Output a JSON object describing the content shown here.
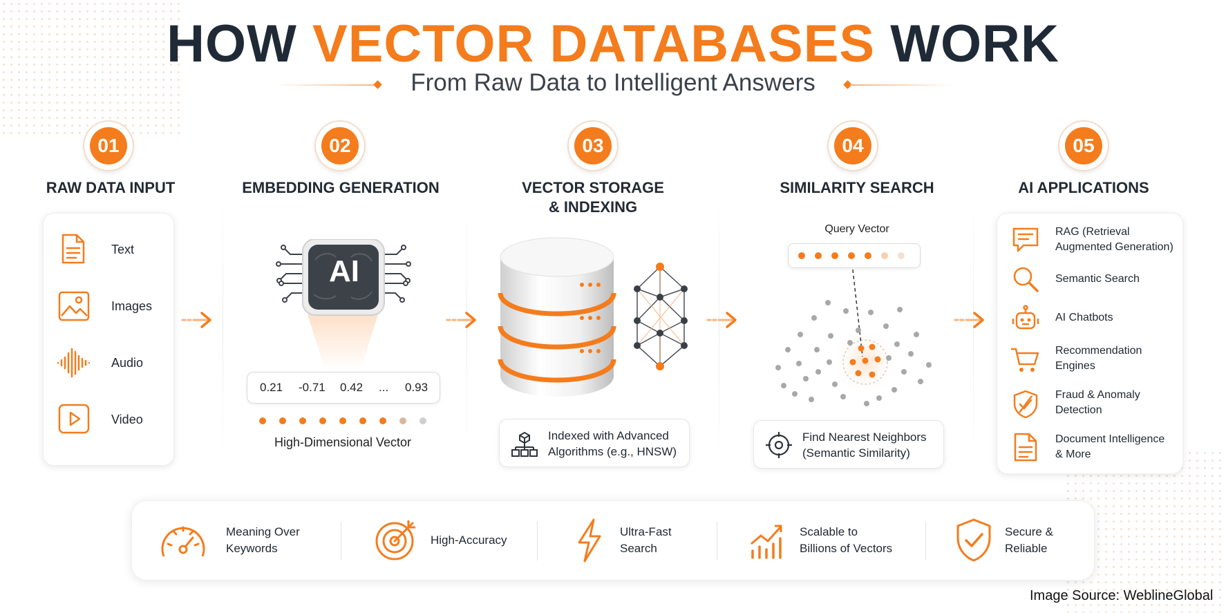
{
  "header": {
    "title_part1": "HOW ",
    "title_part2": "VECTOR DATABASES",
    "title_part3": " WORK",
    "subtitle": "From Raw Data to Intelligent Answers"
  },
  "steps": [
    {
      "number": "01",
      "title": "RAW DATA INPUT"
    },
    {
      "number": "02",
      "title": "EMBEDDING GENERATION"
    },
    {
      "number": "03",
      "title_line1": "VECTOR STORAGE",
      "title_line2": "& INDEXING"
    },
    {
      "number": "04",
      "title": "SIMILARITY SEARCH"
    },
    {
      "number": "05",
      "title": "AI APPLICATIONS"
    }
  ],
  "raw_inputs": [
    "Text",
    "Images",
    "Audio",
    "Video"
  ],
  "embedding": {
    "chip_label": "AI",
    "values": [
      "0.21",
      "-0.71",
      "0.42",
      "...",
      "0.93"
    ],
    "caption": "High-Dimensional Vector"
  },
  "storage": {
    "note_line1": "Indexed with Advanced",
    "note_line2": "Algorithms (e.g., HNSW)"
  },
  "search": {
    "query_label": "Query Vector",
    "note_line1": "Find Nearest Neighbors",
    "note_line2": "(Semantic Similarity)"
  },
  "applications": [
    {
      "line1": "RAG (Retrieval",
      "line2": "Augmented Generation)"
    },
    {
      "line1": "Semantic Search",
      "line2": ""
    },
    {
      "line1": "AI Chatbots",
      "line2": ""
    },
    {
      "line1": "Recommendation",
      "line2": "Engines"
    },
    {
      "line1": "Fraud & Anomaly",
      "line2": "Detection"
    },
    {
      "line1": "Document Intelligence",
      "line2": "& More"
    }
  ],
  "features": [
    {
      "line1": "Meaning Over",
      "line2": "Keywords"
    },
    {
      "line1": "High-Accuracy",
      "line2": ""
    },
    {
      "line1": "Ultra-Fast",
      "line2": "Search"
    },
    {
      "line1": "Scalable to",
      "line2": "Billions of Vectors"
    },
    {
      "line1": "Secure &",
      "line2": "Reliable"
    }
  ],
  "source": "Image Source: WeblineGlobal",
  "colors": {
    "accent": "#f47c1c",
    "dark": "#1f2a36",
    "chip": "#3d4148"
  }
}
